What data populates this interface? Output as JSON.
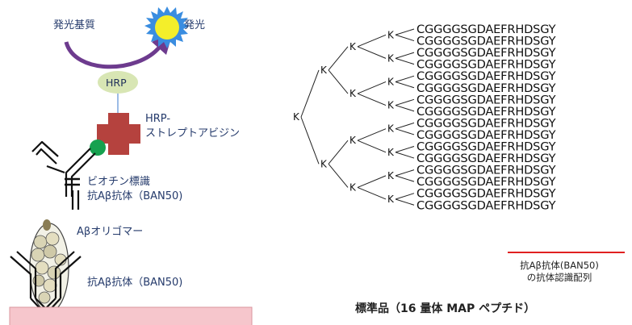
{
  "left": {
    "substrate_label": "発光基質",
    "light_label": "発光",
    "hrp_label": "HRP",
    "hrp_streptavidin_label_1": "HRP-",
    "hrp_streptavidin_label_2": "ストレプトアビジン",
    "biotin_antibody_label_1": "ビオチン標識",
    "biotin_antibody_label_2": "抗Aβ抗体（BAN50)",
    "oligomer_label": "Aβオリゴマー",
    "capture_antibody_label": "抗Aβ抗体（BAN50)"
  },
  "right": {
    "k_label": "K",
    "peptide_sequence": "CGGGGSGDAEFRHDSGY",
    "sequence_count": 16,
    "epitope_caption_1": "抗Aβ抗体(BAN50)",
    "epitope_caption_2": "の抗体認識配列",
    "title": "標準品（16 量体 MAP ペプチド）"
  },
  "colors": {
    "hrp_ellipse": "#d8e6b4",
    "cross": "#b5423e",
    "biotin_dot": "#16a14f",
    "plate": "#f6c6cc",
    "arrow": "#6d3b8e",
    "sun": "#f4ee2a",
    "sun_rays": "#3a8de0",
    "epitope_underline": "#e02020"
  }
}
